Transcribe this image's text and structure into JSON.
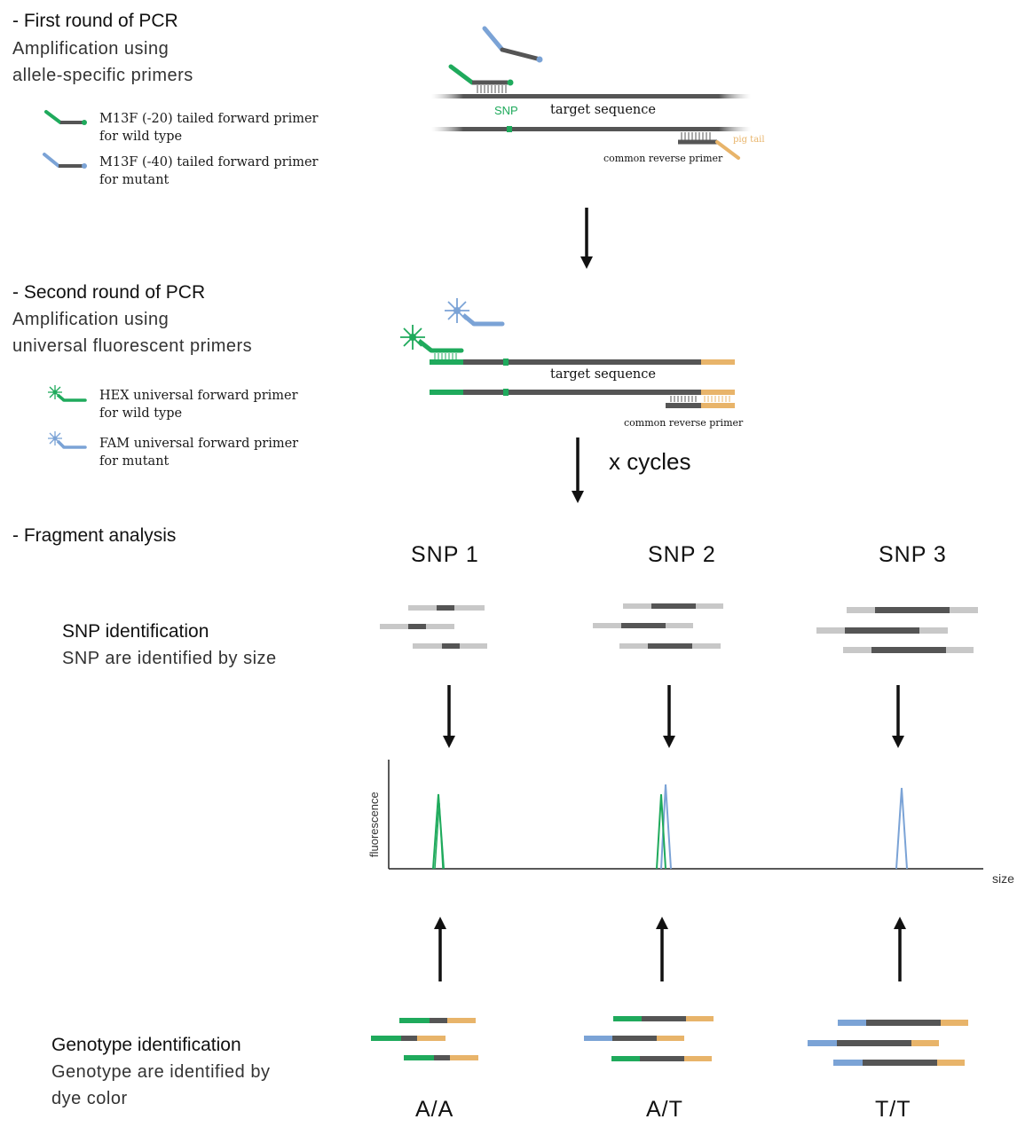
{
  "colors": {
    "green": "#1faa5c",
    "blue": "#7ba3d6",
    "dark": "#555555",
    "light": "#c8c8c8",
    "orange": "#e8b46a",
    "snp_text": "#1faa5c",
    "pig_tail_text": "#e8b46a"
  },
  "section1": {
    "heading": "- First round of PCR",
    "line1": "Amplification using",
    "line2": "allele-specific  primers",
    "legend": [
      {
        "icon": "green-tailed-primer-icon",
        "line1": "M13F (-20) tailed forward primer",
        "line2": "for wild type"
      },
      {
        "icon": "blue-tailed-primer-icon",
        "line1": "M13F (-40) tailed forward primer",
        "line2": "for mutant"
      }
    ],
    "diagram": {
      "snp_label": "SNP",
      "target_label": "target sequence",
      "reverse_label": "common reverse primer",
      "pig_tail_label": "pig tail"
    }
  },
  "section2": {
    "heading": "- Second round of PCR",
    "line1": "Amplification using",
    "line2": "universal  fluorescent  primers",
    "legend": [
      {
        "icon": "hex-primer-icon",
        "line1": "HEX universal forward primer",
        "line2": "for wild type"
      },
      {
        "icon": "fam-primer-icon",
        "line1": "FAM universal forward primer",
        "line2": "for mutant"
      }
    ],
    "diagram": {
      "target_label": "target sequence",
      "reverse_label": "common reverse primer",
      "cycles_label": "x cycles"
    }
  },
  "section3": {
    "heading": "- Fragment analysis",
    "snp_id_title": "SNP identification",
    "snp_id_text": "SNP are  identified  by size",
    "geno_title": "Genotype identification",
    "geno_line1": "Genotype  are identified  by",
    "geno_line2": "dye color",
    "snps": [
      "SNP 1",
      "SNP 2",
      "SNP 3"
    ],
    "genotypes": [
      "A/A",
      "A/T",
      "T/T"
    ],
    "plot": {
      "ylabel": "fluorescence",
      "xlabel": "size"
    }
  }
}
